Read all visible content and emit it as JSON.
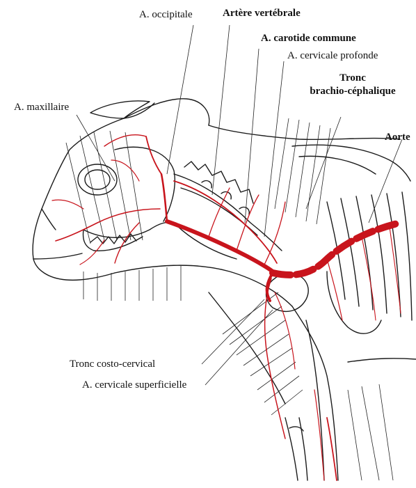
{
  "labels": {
    "occipitale": "A. occipitale",
    "vertebrale": "Artère vertébrale",
    "carotide": "A. carotide commune",
    "cervicale_profonde": "A. cervicale profonde",
    "tronc_line1": "Tronc",
    "tronc_line2": "brachio-céphalique",
    "aorte": "Aorte",
    "maxillaire": "A. maxillaire",
    "costo_cervical": "Tronc costo-cervical",
    "cervicale_superficielle": "A. cervicale superficielle"
  },
  "colors": {
    "artery": "#c8141c",
    "outline": "#1a1a1a",
    "background": "#ffffff"
  }
}
